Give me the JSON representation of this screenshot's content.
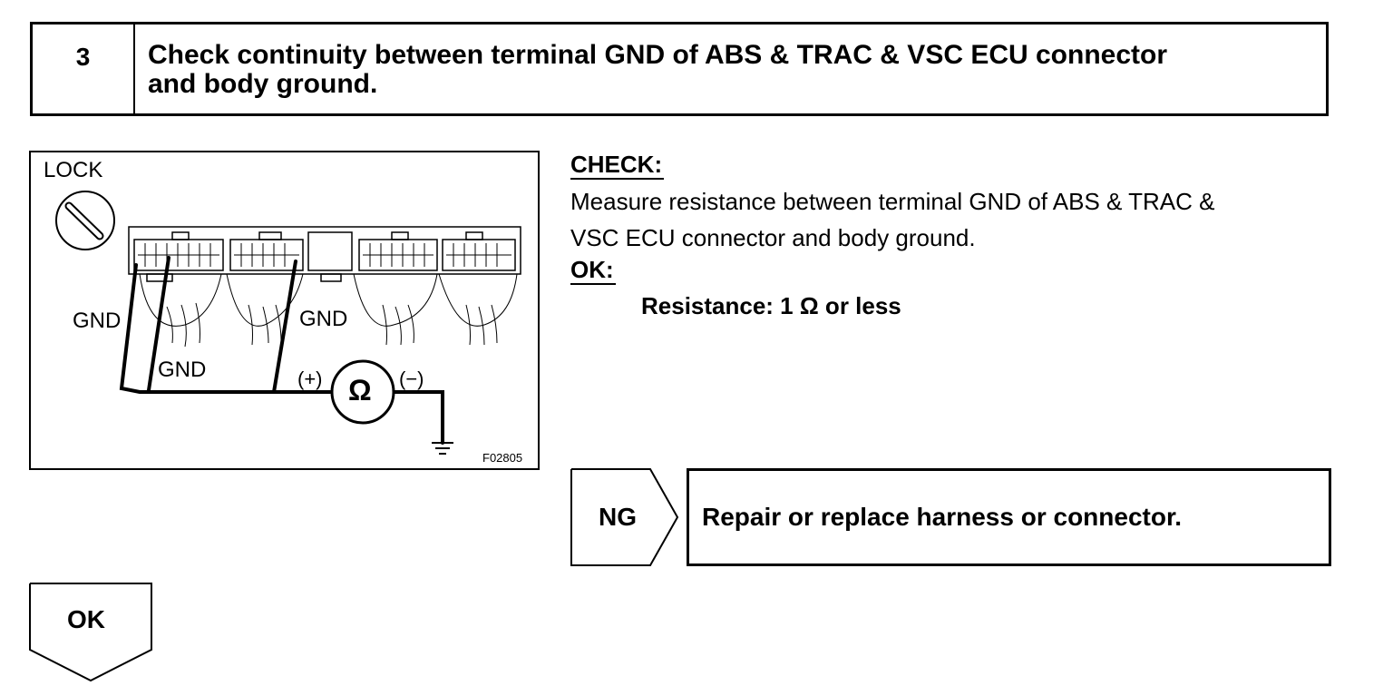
{
  "step": {
    "number": "3",
    "title_line1": "Check continuity between terminal GND of ABS & TRAC & VSC ECU connector",
    "title_line2": "and body ground."
  },
  "diagram": {
    "lock_label": "LOCK",
    "gnd_label_1": "GND",
    "gnd_label_2": "GND",
    "gnd_label_3": "GND",
    "plus_label": "(+)",
    "minus_label": "(−)",
    "ohm_symbol": "Ω",
    "figure_code": "F02805"
  },
  "check": {
    "heading": "CHECK:",
    "line1": "Measure resistance between terminal GND of ABS & TRAC &",
    "line2": "VSC ECU connector and body ground.",
    "ok_heading": "OK:",
    "spec": "Resistance: 1 Ω or less"
  },
  "ng_branch": {
    "label": "NG",
    "action": "Repair or replace harness or connector."
  },
  "ok_branch": {
    "label": "OK"
  }
}
